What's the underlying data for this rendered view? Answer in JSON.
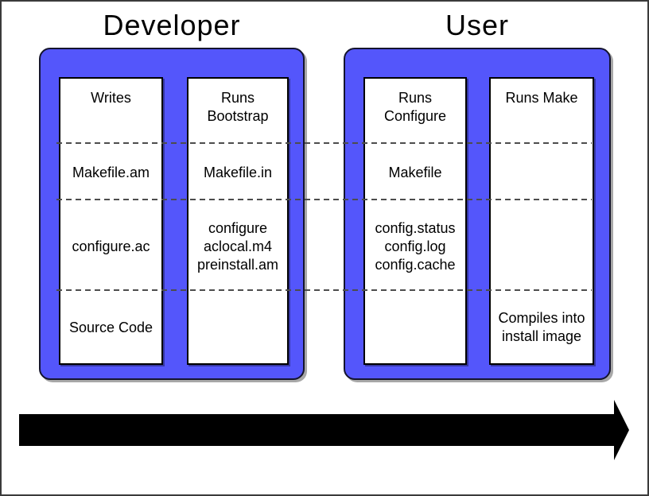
{
  "groups": [
    {
      "name": "developer",
      "title": "Developer",
      "columns": [
        {
          "name": "developer-writes-column",
          "rows": [
            "Writes",
            "Makefile.am",
            "configure.ac",
            "Source Code"
          ]
        },
        {
          "name": "developer-bootstrap-column",
          "rows": [
            "Runs\nBootstrap",
            "Makefile.in",
            "configure\naclocal.m4\npreinstall.am",
            ""
          ]
        }
      ]
    },
    {
      "name": "user",
      "title": "User",
      "columns": [
        {
          "name": "user-configure-column",
          "rows": [
            "Runs\nConfigure",
            "Makefile",
            "config.status\nconfig.log\nconfig.cache",
            ""
          ]
        },
        {
          "name": "user-make-column",
          "rows": [
            "Runs Make",
            "",
            "",
            "Compiles into\ninstall image"
          ]
        }
      ]
    }
  ],
  "icons": {
    "flow_arrow": "black-right-arrow"
  },
  "colors": {
    "container_blue": "#5456FB",
    "column_bg": "#ffffff",
    "dash_gray": "#4d4d4d",
    "arrow_black": "#000000",
    "text_black": "#000000"
  }
}
